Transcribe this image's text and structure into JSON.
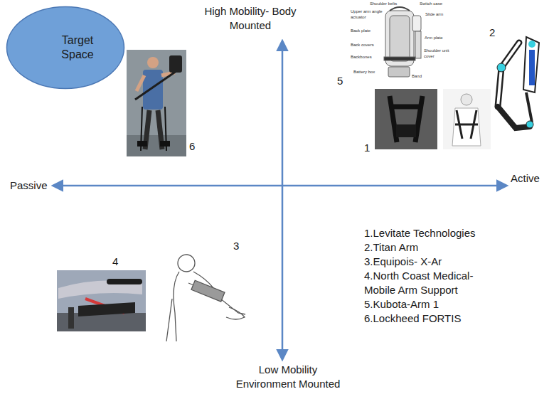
{
  "diagram": {
    "nodes": [
      {
        "text": [
          "Target Space"
        ]
      }
    ],
    "labels": [
      "High Mobility- Body Mounted",
      "Passive",
      "Active",
      "Low Mobility Environment Mounted",
      "5",
      "2",
      "1",
      "6",
      "4",
      "3",
      "1.Levitate Technologies",
      "2.Titan Arm",
      "3.Equipois- X-Ar",
      "4.North Coast Medical- Mobile Arm Support",
      "5.Kubota-Arm 1",
      "6.Lockheed FORTIS",
      "Shoulder belts",
      "Upper arm angle actuator",
      "Switch case",
      "Slide arm",
      "Back plate",
      "Arm plate",
      "Back covers",
      "Shoulder unit cover",
      "Backbones",
      "Battery box",
      "Band"
    ]
  }
}
